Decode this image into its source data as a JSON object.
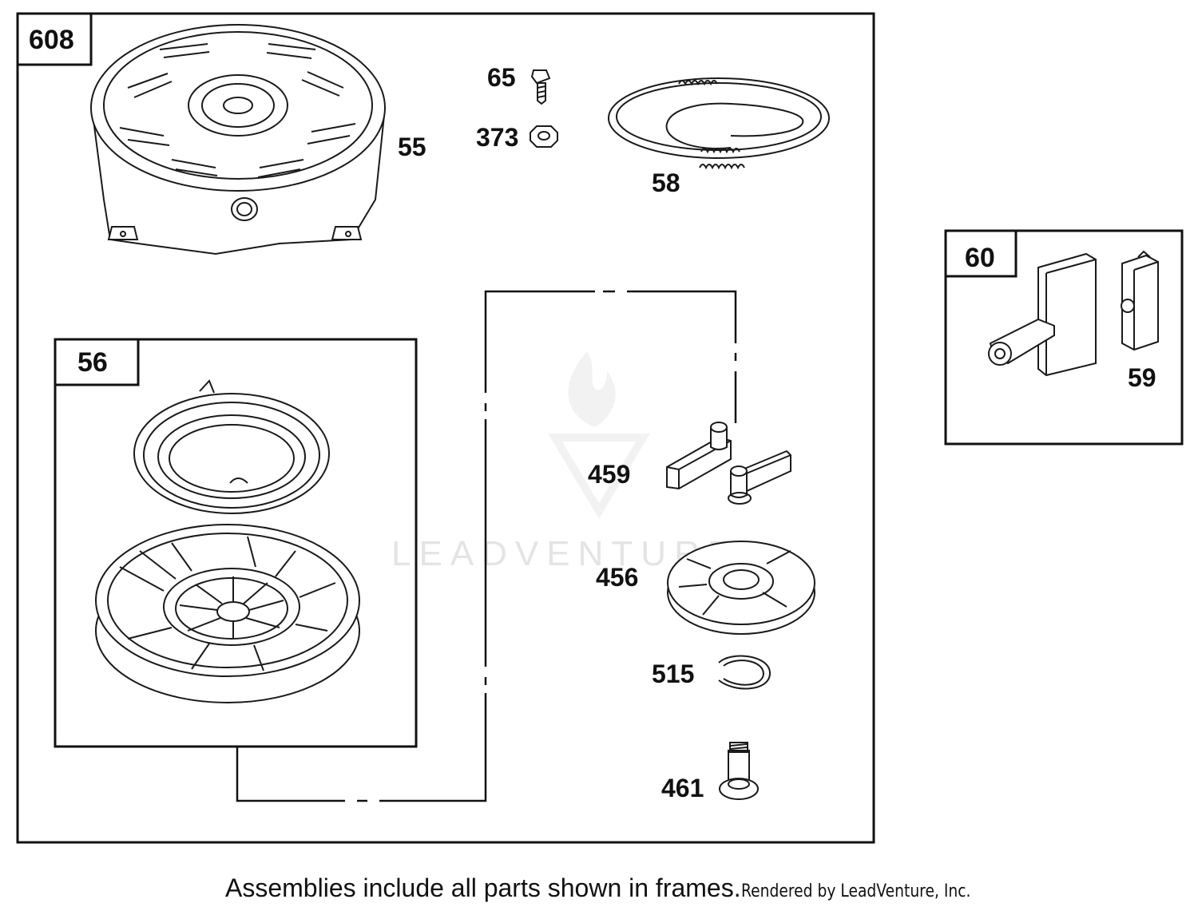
{
  "frames": {
    "main": "608",
    "starter_pulley": "56",
    "handle": "60"
  },
  "parts": {
    "p55": "55",
    "p65": "65",
    "p373": "373",
    "p58": "58",
    "p459": "459",
    "p456": "456",
    "p515": "515",
    "p461": "461",
    "p59": "59"
  },
  "watermark": "LEADVENTURE",
  "footer": {
    "note": "Assemblies include all parts shown in frames.",
    "credit": "Rendered by LeadVenture, Inc."
  }
}
